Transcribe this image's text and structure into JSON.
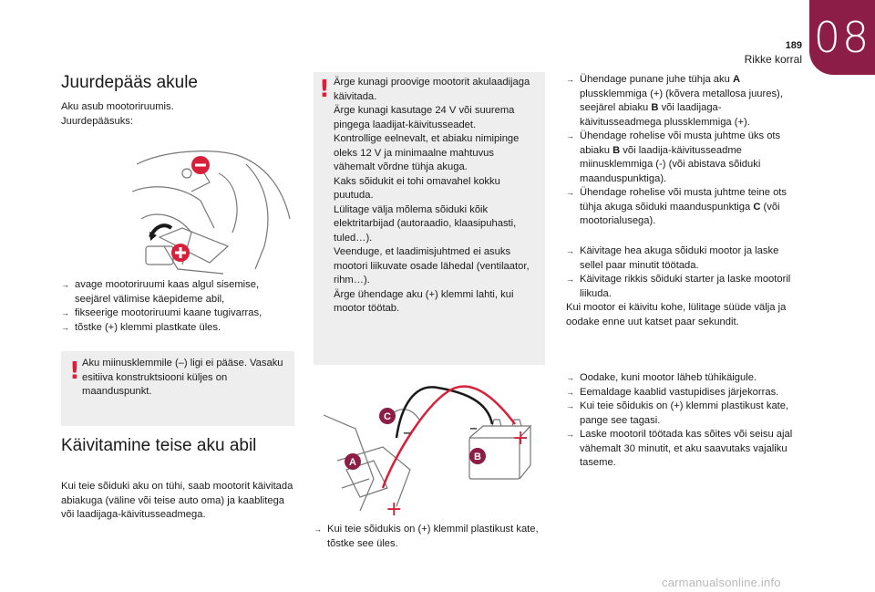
{
  "header": {
    "chapter": "08",
    "page_number": "189",
    "section": "Rikke korral"
  },
  "left": {
    "title1": "Juurdepääs akule",
    "intro": [
      "Aku asub mootoriruumis.",
      "Juurdepääsuks:"
    ],
    "steps": [
      "avage mootoriruumi kaas algul sisemise, seejärel välimise käepideme abil,",
      "fikseerige mootoriruumi kaane tugivarras,",
      "tõstke (+) klemmi plastkate üles."
    ],
    "warning": "Aku miinusklemmile (–) ligi ei pääse. Vasaku esitiiva konstruktsiooni küljes on maanduspunkt.",
    "title2": "Käivitamine teise aku abil",
    "body2": "Kui teie sõiduki aku on tühi, saab mootorit käivitada abiakuga (väline või teise auto oma) ja kaablitega või laadijaga-käivitusseadmega."
  },
  "middle": {
    "warning_lines": [
      "Ärge kunagi proovige mootorit akulaadijaga käivitada.",
      "Ärge kunagi kasutage 24 V või suurema pingega laadijat-käivitusseadet.",
      "Kontrollige eelnevalt, et abiaku nimipinge oleks 12 V ja minimaalne mahtuvus vähemalt võrdne tühja akuga.",
      "Kaks sõidukit ei tohi omavahel kokku puutuda.",
      "Lülitage välja mõlema sõiduki kõik elektritarbijad (autoraadio, klaasipuhasti, tuled…).",
      "Veenduge, et laadimisjuhtmed ei asuks mootori liikuvate osade lähedal (ventilaator, rihm…).",
      "Ärge ühendage aku (+) klemmi lahti, kui mootor töötab."
    ],
    "figure_labels": {
      "a": "A",
      "b": "B",
      "c": "C"
    },
    "step": "Kui teie sõidukis on (+) klemmil plastikust kate, tõstke see üles."
  },
  "right": {
    "group1": [
      {
        "pre": "Ühendage punane juhe tühja aku ",
        "key": "A",
        "post": " plussklemmiga (+) (kõvera metallosa juures), seejärel abiaku ",
        "key2": "B",
        "post2": " või laadijaga-käivitusseadmega plussklemmiga (+)."
      },
      {
        "pre": "Ühendage rohelise või musta juhtme üks ots abiaku ",
        "key": "B",
        "post": " või laadija-käivitusseadme miinusklemmiga (-) (või abistava sõiduki maanduspunktiga).",
        "key2": "",
        "post2": ""
      },
      {
        "pre": "Ühendage rohelise või musta juhtme teine ots tühja akuga sõiduki maanduspunktiga ",
        "key": "C",
        "post": " (või mootorialusega).",
        "key2": "",
        "post2": ""
      }
    ],
    "group2": [
      "Käivitage hea akuga sõiduki mootor ja laske sellel paar minutit töötada.",
      "Käivitage rikkis sõiduki starter ja laske mootoril liikuda."
    ],
    "note": "Kui mootor ei käivitu kohe, lülitage süüde välja ja oodake enne uut katset paar sekundit.",
    "group3": [
      "Oodake, kuni mootor läheb tühikäigule.",
      "Eemaldage kaablid vastupidises järjekorras.",
      "Kui teie sõidukis on (+) klemmi plastikust kate, pange see tagasi.",
      "Laske mootoril töötada kas sõites või seisu ajal vähemalt 30 minutit, et aku saavutaks vajaliku taseme."
    ]
  },
  "footer": {
    "watermark": "carmanualsonline.info"
  },
  "colors": {
    "accent": "#8c1d46",
    "warning": "#d8203b",
    "box": "#eeeeee"
  }
}
